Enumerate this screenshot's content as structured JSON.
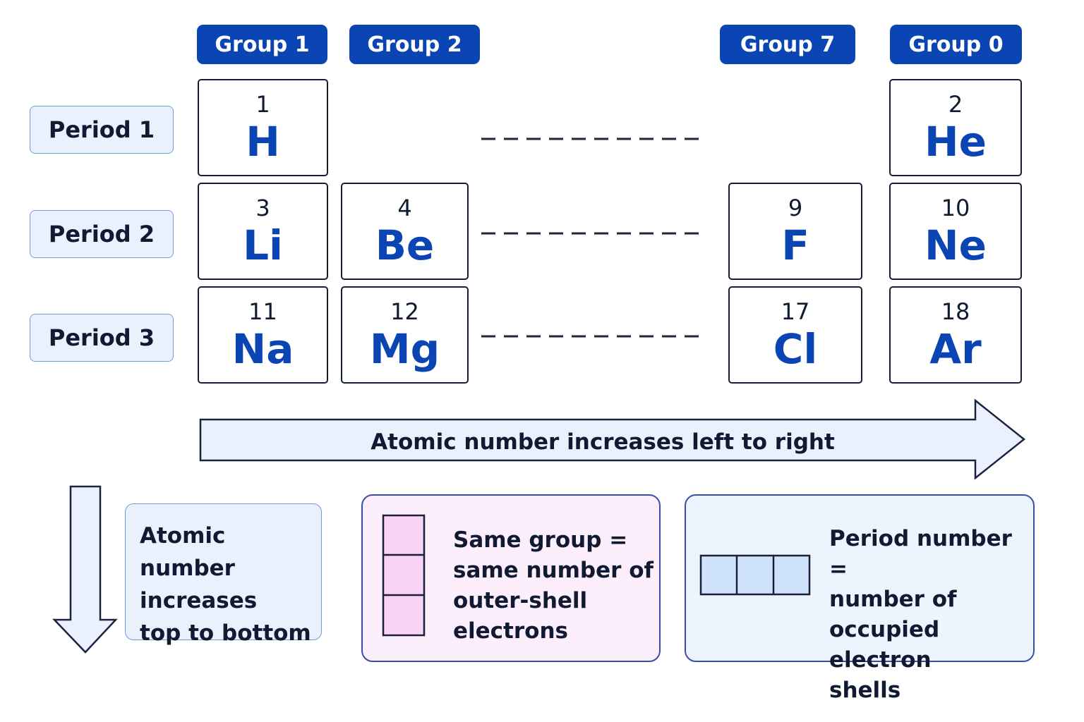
{
  "groups": [
    "Group 1",
    "Group 2",
    "Group 7",
    "Group 0"
  ],
  "periods": [
    "Period 1",
    "Period 2",
    "Period 3"
  ],
  "elements": [
    {
      "number": "1",
      "symbol": "H"
    },
    {
      "number": "2",
      "symbol": "He"
    },
    {
      "number": "3",
      "symbol": "Li"
    },
    {
      "number": "4",
      "symbol": "Be"
    },
    {
      "number": "9",
      "symbol": "F"
    },
    {
      "number": "10",
      "symbol": "Ne"
    },
    {
      "number": "11",
      "symbol": "Na"
    },
    {
      "number": "12",
      "symbol": "Mg"
    },
    {
      "number": "17",
      "symbol": "Cl"
    },
    {
      "number": "18",
      "symbol": "Ar"
    }
  ],
  "horizontal_arrow_label": "Atomic number increases left to right",
  "vertical_note": {
    "lines": [
      "Atomic number",
      "increases",
      "top to bottom"
    ]
  },
  "group_note": {
    "lines": [
      "Same group =",
      "same number of",
      "outer-shell",
      "electrons"
    ]
  },
  "period_note": {
    "lines": [
      "Period number =",
      "number of",
      "occupied electron",
      "shells"
    ]
  },
  "colors": {
    "header_blue": "#0b45b4",
    "symbol_blue": "#0b45b4",
    "label_fill": "#eaf1fc",
    "group_note_fill": "#fdeefb",
    "group_note_border": "#3a4ea8",
    "period_note_fill": "#eef4fd",
    "stack_pink": "#f8d3f6",
    "row_blue": "#cfe3fb"
  }
}
